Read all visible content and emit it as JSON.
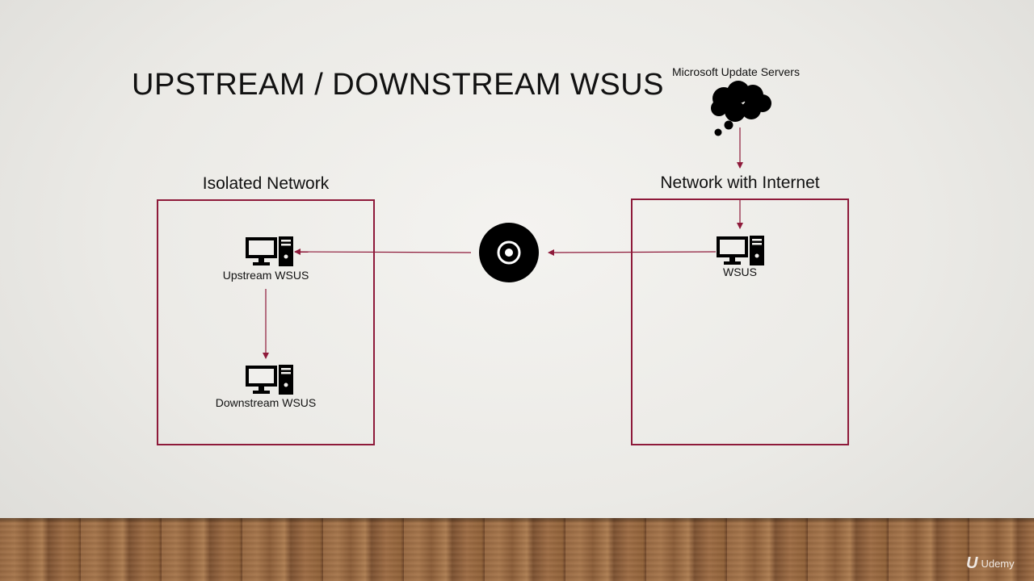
{
  "slide": {
    "title": "UPSTREAM / DOWNSTREAM WSUS",
    "accent_color": "#8e1a3a"
  },
  "cloud": {
    "label": "Microsoft Update Servers",
    "icon": "cloud-icon"
  },
  "groups": {
    "isolated": {
      "label": "Isolated Network"
    },
    "internet": {
      "label": "Network with Internet"
    }
  },
  "nodes": {
    "upstream": {
      "label": "Upstream WSUS",
      "icon": "computer-icon"
    },
    "downstream": {
      "label": "Downstream WSUS",
      "icon": "computer-icon"
    },
    "wsus": {
      "label": "WSUS",
      "icon": "computer-icon"
    },
    "media": {
      "icon": "disc-icon"
    }
  },
  "edges": [
    {
      "from": "cloud",
      "to": "wsus"
    },
    {
      "from": "wsus",
      "to": "media"
    },
    {
      "from": "media",
      "to": "upstream"
    },
    {
      "from": "upstream",
      "to": "downstream"
    }
  ],
  "watermark": {
    "mark": "U",
    "text": "Udemy"
  }
}
